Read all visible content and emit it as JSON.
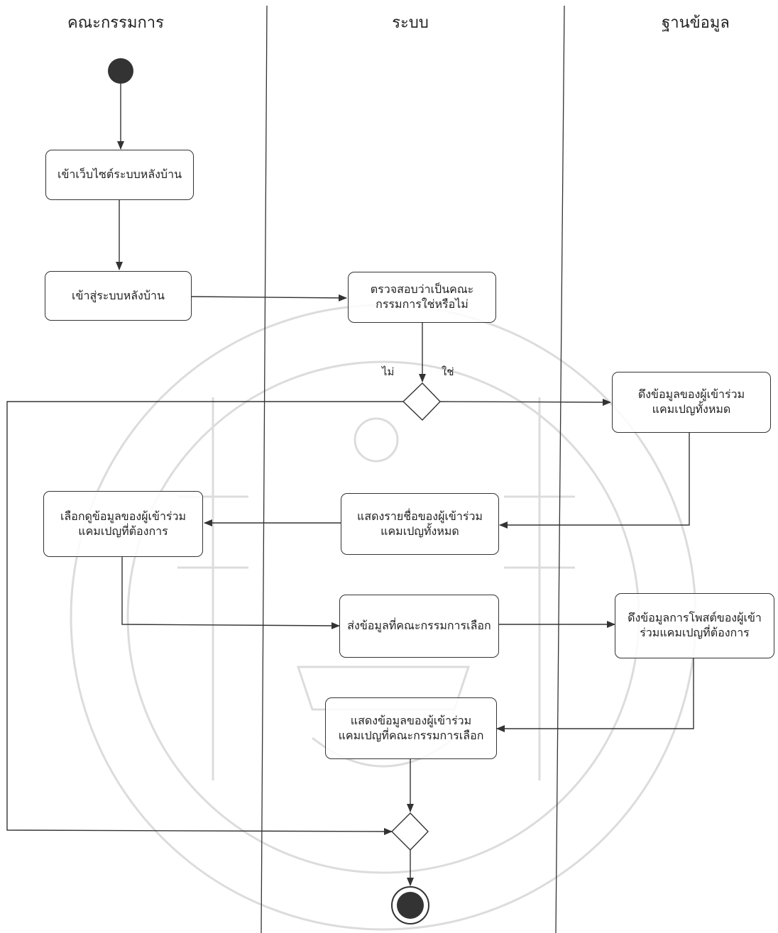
{
  "lanes": [
    "คณะกรรมการ",
    "ระบบ",
    "ฐานข้อมูล"
  ],
  "nodes": {
    "enter_website": "เข้าเว็บไซต์ระบบหลังบ้าน",
    "enter_backend": "เข้าสู่ระบบหลังบ้าน",
    "check_committee": "ตรวจสอบว่าเป็นคณะกรรมการใช่หรือไม่",
    "fetch_all_participants": "ดึงข้อมูลของผู้เข้าร่วมแคมเปญทั้งหมด",
    "show_participant_list": "แสดงรายชื่อของผู้เข้าร่วมแคมเปญทั้งหมด",
    "select_participant": "เลือกดูข้อมูลของผู้เข้าร่วมแคมเปญที่ต้องการ",
    "send_selected": "ส่งข้อมูลที่คณะกรรมการเลือก",
    "fetch_posts": "ดึงข้อมูลการโพสต์ของผู้เข้าร่วมแคมเปญที่ต้องการ",
    "show_selected": "แสดงข้อมูลของผู้เข้าร่วมแคมเปญที่คณะกรรมการเลือก"
  },
  "guards": {
    "no": "ไม่",
    "yes": "ใช่"
  },
  "colors": {
    "line": "#333333",
    "node_fill": "#222222",
    "seal": "#d9d9d9"
  },
  "icons": {
    "watermark": "university-seal-watermark"
  }
}
